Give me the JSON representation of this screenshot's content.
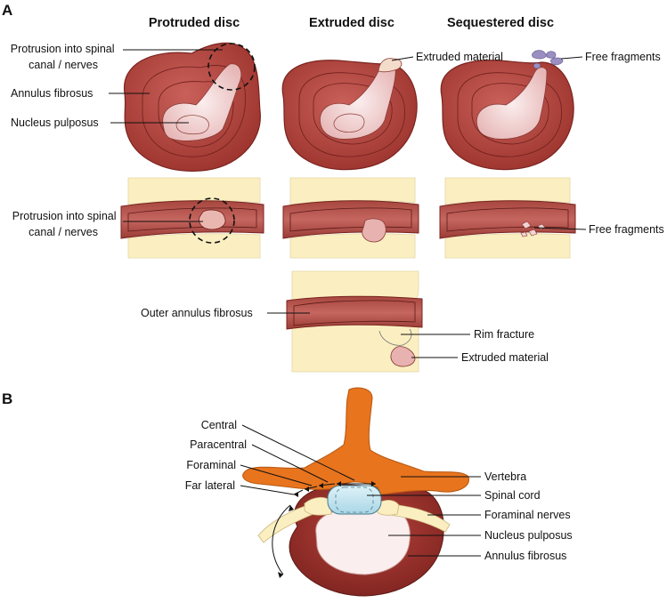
{
  "panel_a": {
    "letter": "A",
    "headers": [
      "Protruded disc",
      "Extruded disc",
      "Sequestered disc"
    ],
    "labels": {
      "protrusion_top": [
        "Protrusion into spinal",
        "canal / nerves"
      ],
      "annulus": "Annulus fibrosus",
      "nucleus": "Nucleus pulposus",
      "extruded_top": "Extruded material",
      "free_top": "Free fragments",
      "protrusion_side": [
        "Protrusion into spinal",
        "canal / nerves"
      ],
      "free_side": "Free fragments",
      "outer_annulus": "Outer annulus fibrosus",
      "rim_fracture": "Rim fracture",
      "extruded_bottom": "Extruded material"
    }
  },
  "panel_b": {
    "letter": "B",
    "labels": {
      "central": "Central",
      "paracentral": "Paracentral",
      "foraminal": "Foraminal",
      "far_lateral": "Far lateral",
      "vertebra": "Vertebra",
      "spinal_cord": "Spinal cord",
      "foraminal_nerves": "Foraminal nerves",
      "nucleus": "Nucleus pulposus",
      "annulus": "Annulus fibrosus"
    }
  },
  "colors": {
    "disc_red": "#b5463f",
    "disc_dark": "#8c2a26",
    "nucleus_pink": "#f2d3d3",
    "bone_yellow": "#fbefc2",
    "vertebra_orange": "#e8741e",
    "cord_blue": "#bfe3ef",
    "fragment_purple": "#9b8fc2"
  }
}
